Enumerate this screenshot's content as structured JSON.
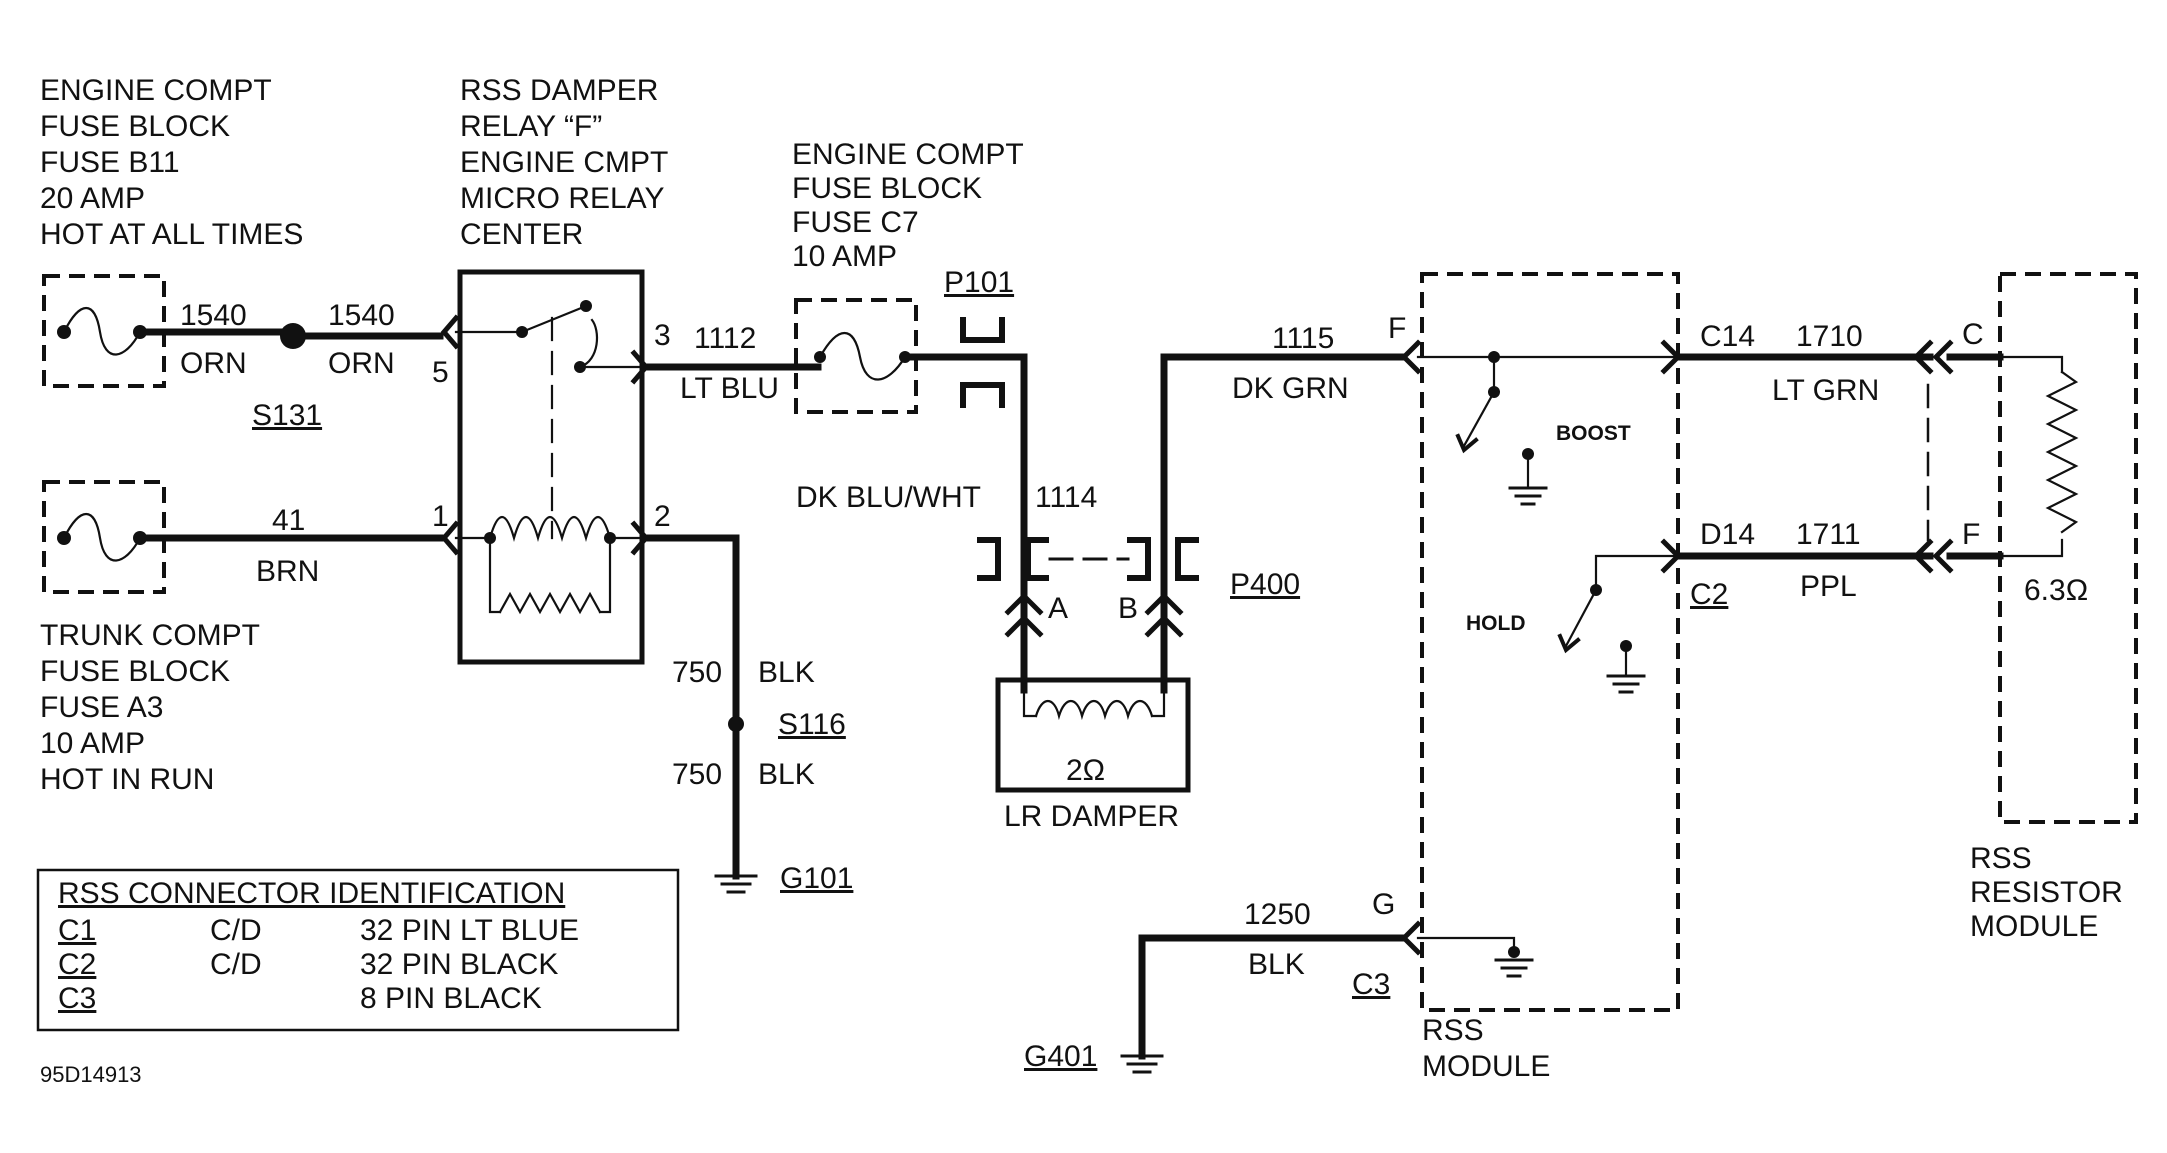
{
  "labels": {
    "b11": [
      "ENGINE COMPT",
      "FUSE BLOCK",
      "FUSE B11",
      "20 AMP",
      "HOT AT ALL TIMES"
    ],
    "relay": [
      "RSS  DAMPER",
      "RELAY “F”",
      "ENGINE  CMPT",
      "MICRO RELAY",
      "CENTER"
    ],
    "c7": [
      "ENGINE COMPT",
      "FUSE BLOCK",
      "FUSE C7",
      "10 AMP"
    ],
    "a3": [
      "TRUNK COMPT",
      "FUSE BLOCK",
      "FUSE A3",
      "10 AMP",
      "HOT IN RUN"
    ]
  },
  "wires": {
    "w1540a": "1540",
    "orn_a": "ORN",
    "w1540b": "1540",
    "orn_b": "ORN",
    "w41": "41",
    "brn": "BRN",
    "w1112": "1112",
    "ltblu": "LT BLU",
    "w1114": "1114",
    "dkbluwht": "DK BLU/WHT",
    "w1115": "1115",
    "dkgrn": "DK GRN",
    "w750a": "750",
    "blk_a": "BLK",
    "w750b": "750",
    "blk_b": "BLK",
    "w1710": "1710",
    "ltgrn": "LT GRN",
    "w1711": "1711",
    "ppl": "PPL",
    "w1250": "1250",
    "blk_c": "BLK"
  },
  "refs": {
    "s131": "S131",
    "s116": "S116",
    "g101": "G101",
    "g401": "G401",
    "p101": "P101",
    "p400": "P400",
    "c2": "C2",
    "c3": "C3"
  },
  "pins": {
    "p5": "5",
    "p3": "3",
    "p1": "1",
    "p2": "2",
    "pa": "A",
    "pb": "B",
    "pf": "F",
    "pg": "G",
    "c14": "C14",
    "d14": "D14",
    "rc": "C",
    "rf": "F"
  },
  "components": {
    "damper_res": "2Ω",
    "damper_name": "LR DAMPER",
    "boost": "BOOST",
    "hold": "HOLD",
    "resistor_val": "6.3Ω",
    "rss_module": [
      "RSS",
      "MODULE"
    ],
    "resistor_module": [
      "RSS",
      "RESISTOR",
      "MODULE"
    ]
  },
  "legend": {
    "title": "RSS CONNECTOR IDENTIFICATION",
    "rows": [
      {
        "id": "C1",
        "type": "C/D",
        "desc": "32 PIN LT BLUE"
      },
      {
        "id": "C2",
        "type": "C/D",
        "desc": "32 PIN BLACK"
      },
      {
        "id": "C3",
        "type": "",
        "desc": "8 PIN BLACK"
      }
    ]
  },
  "figure_id": "95D14913"
}
